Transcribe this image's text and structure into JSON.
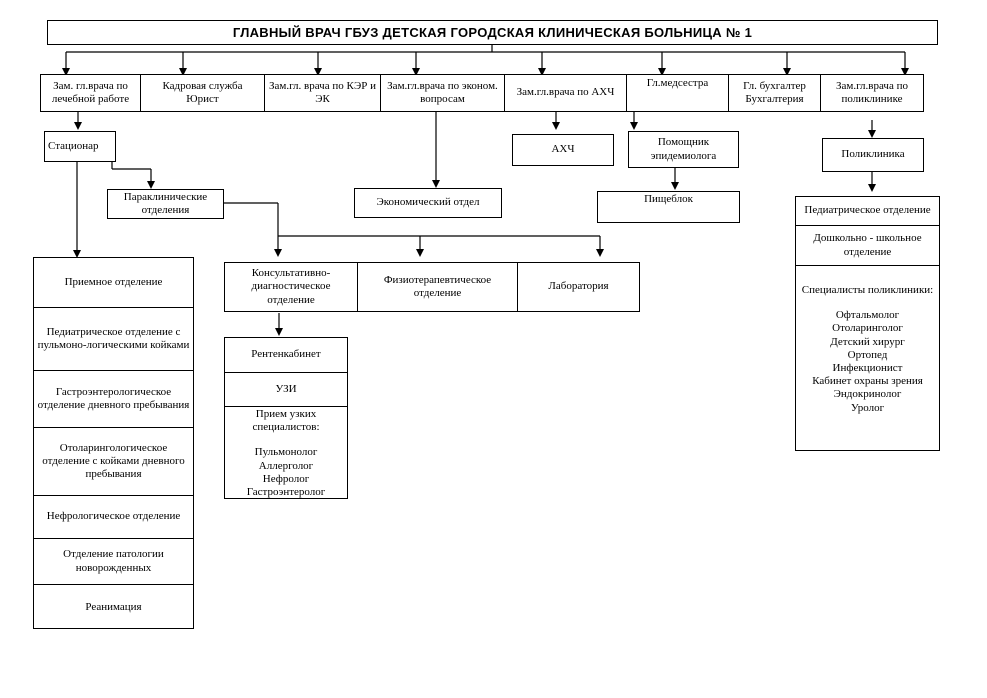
{
  "title": "ГЛАВНЫЙ ВРАЧ  ГБУЗ  ДЕТСКАЯ ГОРОДСКАЯ КЛИНИЧЕСКАЯ БОЛЬНИЦА № 1",
  "deputies": [
    {
      "label": "Зам. гл.врача по лечебной работе"
    },
    {
      "label": "Кадровая служба Юрист"
    },
    {
      "label": "Зам.гл. врача по КЭР и ЭК"
    },
    {
      "label": "Зам.гл.врача по эконом. вопросам"
    },
    {
      "label": "Зам.гл.врача по АХЧ"
    },
    {
      "label": "Гл.медсестра"
    },
    {
      "label": "Гл. бухгалтер Бухгалтерия"
    },
    {
      "label": "Зам.гл.врача по поликлинике"
    }
  ],
  "stacionar": "Стационар",
  "paraclinical": "Параклинические отделения",
  "economic_dept": "Экономический отдел",
  "ahch": "АХЧ",
  "epidemiologist": "Помощник эпидемиолога",
  "food_unit": "Пищеблок",
  "polyclinic": "Поликлиника",
  "hospital_depts": [
    "Приемное отделение",
    "Педиатрическое отделение с пульмоно-логическими койками",
    "Гастроэнтерологическое отделение дневного пребывания",
    "Отоларингологическое отделение с койками дневного пребывания",
    "Нефрологическое отделение",
    "Отделение патологии новорожденных",
    "Реанимация"
  ],
  "para_depts": [
    "Консультативно-диагностическое отделение",
    "Физиотерапевтическое отделение",
    "Лаборатория"
  ],
  "kdo_units": {
    "xray": "Рентенкабинет",
    "uzi": "УЗИ",
    "narrow_title": "Прием узких специалистов:",
    "narrow_list": [
      "Пульмонолог",
      "Аллерголог",
      "Нефролог",
      "Гастроэнтеролог"
    ]
  },
  "poly_units": {
    "pediatric": "Педиатрическое отделение",
    "school": "Дошкольно - школьное отделение",
    "specialists_title": "Специалисты поликлиники:",
    "specialists": [
      "Офтальмолог",
      "Отоларинголог",
      "Детский хирург",
      "Ортопед",
      "Инфекционист",
      "Кабинет охраны зрения",
      "Эндокринолог",
      "Уролог"
    ]
  }
}
